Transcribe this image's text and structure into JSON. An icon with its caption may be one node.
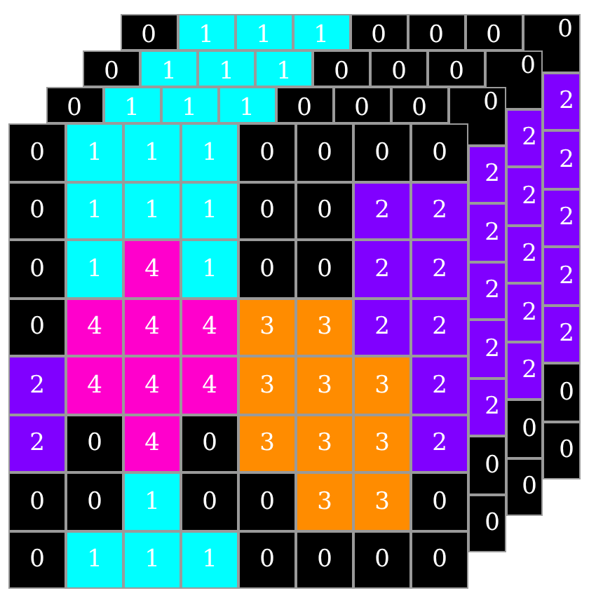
{
  "diagram": {
    "labels": [
      "0",
      "1",
      "1",
      "1",
      "0",
      "0",
      "0",
      "0",
      "2",
      "2",
      "2",
      "2",
      "2",
      "0",
      "0",
      "0",
      "1",
      "1",
      "1",
      "0",
      "0",
      "0",
      "0",
      "2",
      "2",
      "2",
      "2",
      "2",
      "0",
      "0",
      "0",
      "1",
      "1",
      "1",
      "0",
      "0",
      "0",
      "0",
      "2",
      "2",
      "2",
      "2",
      "2",
      "0",
      "0",
      "0",
      "1",
      "1",
      "1",
      "0",
      "0",
      "0",
      "0",
      "0",
      "1",
      "1",
      "1",
      "0",
      "0",
      "2",
      "2",
      "0",
      "1",
      "4",
      "1",
      "0",
      "0",
      "2",
      "2",
      "0",
      "4",
      "4",
      "4",
      "3",
      "3",
      "2",
      "2",
      "2",
      "4",
      "4",
      "4",
      "3",
      "3",
      "3",
      "2",
      "2",
      "0",
      "4",
      "0",
      "3",
      "3",
      "3",
      "2",
      "0",
      "0",
      "1",
      "0",
      "0",
      "3",
      "3",
      "0",
      "0",
      "1",
      "1",
      "1",
      "0",
      "0",
      "0",
      "0"
    ]
  }
}
